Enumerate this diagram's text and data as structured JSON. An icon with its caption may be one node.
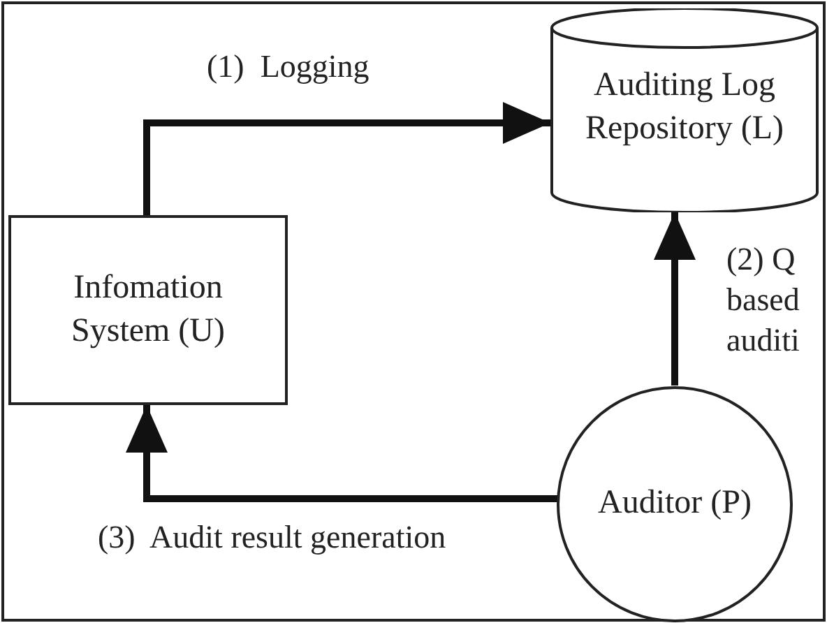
{
  "diagram": {
    "nodes": [
      {
        "text": [
          "Auditing Log Repository (L)"
        ]
      },
      {
        "text": [
          "Infomation System (U)"
        ]
      },
      {
        "text": [
          "Auditor (P)"
        ]
      }
    ],
    "edges": [
      {
        "from": 1,
        "to": 0,
        "arrow": "to",
        "label": "(1)  Logging"
      },
      {
        "from": 2,
        "to": 0,
        "arrow": "to",
        "label": "(2) Q based auditi"
      },
      {
        "from": 2,
        "to": 1,
        "arrow": "to",
        "label": "(3)  Audit result generation"
      }
    ]
  }
}
